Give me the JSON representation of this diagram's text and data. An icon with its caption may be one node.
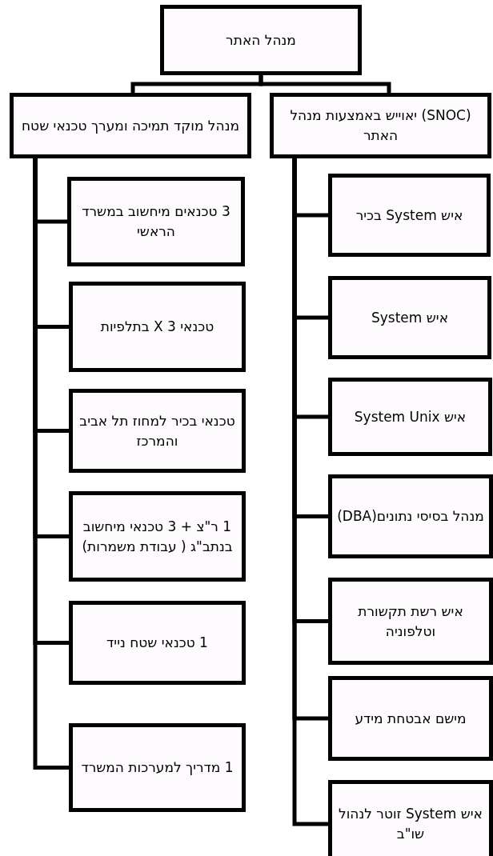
{
  "diagram": {
    "nodes": [
      {
        "text": [
          "מנהל האתר"
        ]
      },
      {
        "text": [
          "מנהל מוקד תמיכה ומערך טכנאי שטח"
        ]
      },
      {
        "text": [
          "(SNOC) יאוייש באמצעות מנהל האתר"
        ]
      },
      {
        "text": [
          "3 טכנאים מיחשוב במשרד הראשי"
        ]
      },
      {
        "text": [
          "טכנאי X 3 בתלפיות"
        ]
      },
      {
        "text": [
          "טכנאי בכיר למחוז תל אביב והמרכז"
        ]
      },
      {
        "text": [
          "1 ר\"צ + 3 טכנאי מיחשוב בנתב\"ג ( עבודת משמרות)"
        ]
      },
      {
        "text": [
          "1 טכנאי שטח נייד"
        ]
      },
      {
        "text": [
          "1 מדריך למערכות המשרד"
        ]
      },
      {
        "text": [
          "איש System בכיר"
        ]
      },
      {
        "text": [
          "איש System"
        ]
      },
      {
        "text": [
          "איש System Unix"
        ]
      },
      {
        "text": [
          "מנהל בסיסי נתונים(DBA)"
        ]
      },
      {
        "text": [
          "איש רשת תקשורת וטלפוניה"
        ]
      },
      {
        "text": [
          "מישם אבטחת מידע"
        ]
      },
      {
        "text": [
          "איש System זוטר לנהול שו\"ב"
        ]
      }
    ],
    "edges": [
      {
        "from": 0,
        "to": 1,
        "arrow": "none"
      },
      {
        "from": 0,
        "to": 2,
        "arrow": "none"
      },
      {
        "from": 1,
        "to": 3,
        "arrow": "none"
      },
      {
        "from": 1,
        "to": 4,
        "arrow": "none"
      },
      {
        "from": 1,
        "to": 5,
        "arrow": "none"
      },
      {
        "from": 1,
        "to": 6,
        "arrow": "none"
      },
      {
        "from": 1,
        "to": 7,
        "arrow": "none"
      },
      {
        "from": 1,
        "to": 8,
        "arrow": "none"
      },
      {
        "from": 2,
        "to": 9,
        "arrow": "none"
      },
      {
        "from": 2,
        "to": 10,
        "arrow": "none"
      },
      {
        "from": 2,
        "to": 11,
        "arrow": "none"
      },
      {
        "from": 2,
        "to": 12,
        "arrow": "none"
      },
      {
        "from": 2,
        "to": 13,
        "arrow": "none"
      },
      {
        "from": 2,
        "to": 14,
        "arrow": "none"
      },
      {
        "from": 2,
        "to": 15,
        "arrow": "none"
      }
    ]
  }
}
